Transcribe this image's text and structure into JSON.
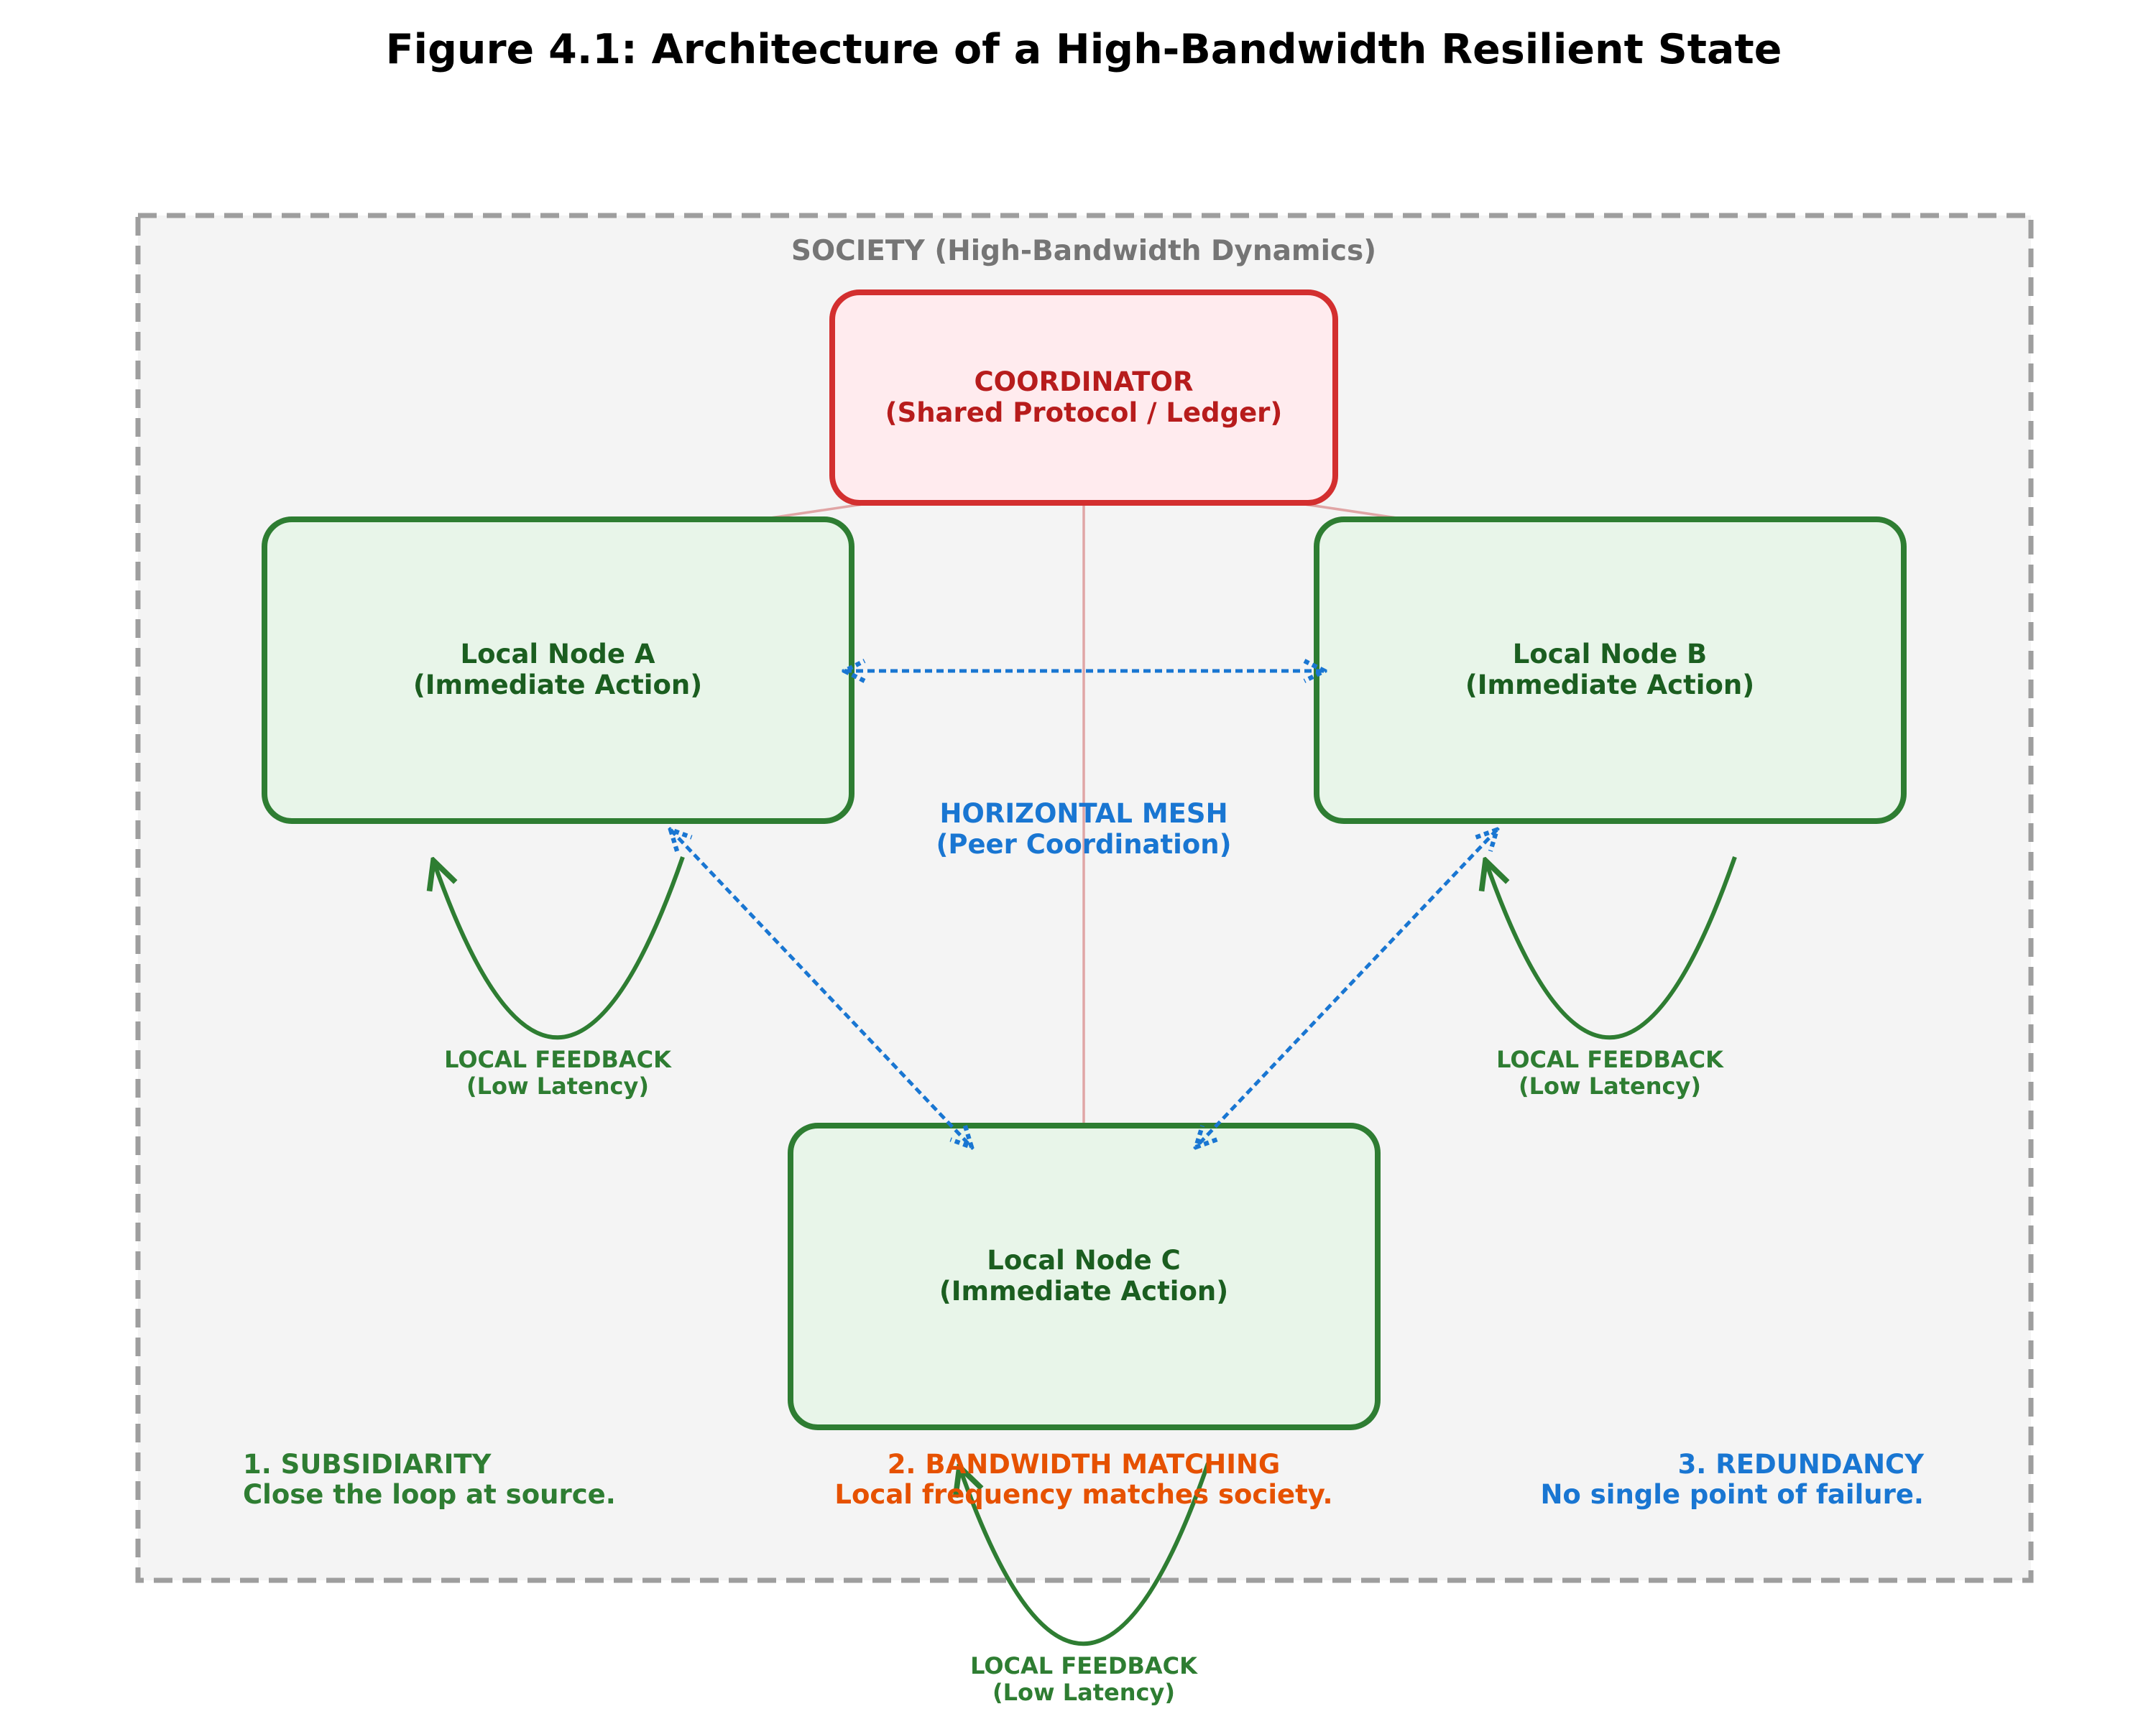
{
  "title": "Figure 4.1: Architecture of a High-Bandwidth Resilient State",
  "society": {
    "label": "SOCIETY (High-Bandwidth Dynamics)",
    "fill": "#f4f4f4",
    "border": "#9e9e9e",
    "label_color": "#757575"
  },
  "coordinator": {
    "line1": "COORDINATOR",
    "line2": "(Shared Protocol / Ledger)",
    "fill": "#ffebee",
    "border": "#d32f2f",
    "text_color": "#b71c1c"
  },
  "nodes": {
    "fill": "#e8f5e9",
    "border": "#2e7d32",
    "text_color": "#1b5e20",
    "a": {
      "line1": "Local Node A",
      "line2": "(Immediate Action)"
    },
    "b": {
      "line1": "Local Node B",
      "line2": "(Immediate Action)"
    },
    "c": {
      "line1": "Local Node C",
      "line2": "(Immediate Action)"
    }
  },
  "feedback": {
    "line1": "LOCAL FEEDBACK",
    "line2": "(Low Latency)",
    "color": "#2e7d32"
  },
  "mesh": {
    "line1": "HORIZONTAL MESH",
    "line2": "(Peer Coordination)",
    "color": "#1976d2"
  },
  "vertical_link_color": "#e0a5a5",
  "principles": {
    "subsidiarity": {
      "title": "1. SUBSIDIARITY",
      "desc": "Close the loop at source.",
      "color": "#2e7d32"
    },
    "bandwidth": {
      "title": "2. BANDWIDTH MATCHING",
      "desc": "Local frequency matches society.",
      "color": "#e65100"
    },
    "redundancy": {
      "title": "3. REDUNDANCY",
      "desc": "No single point of failure.",
      "color": "#1976d2"
    }
  }
}
